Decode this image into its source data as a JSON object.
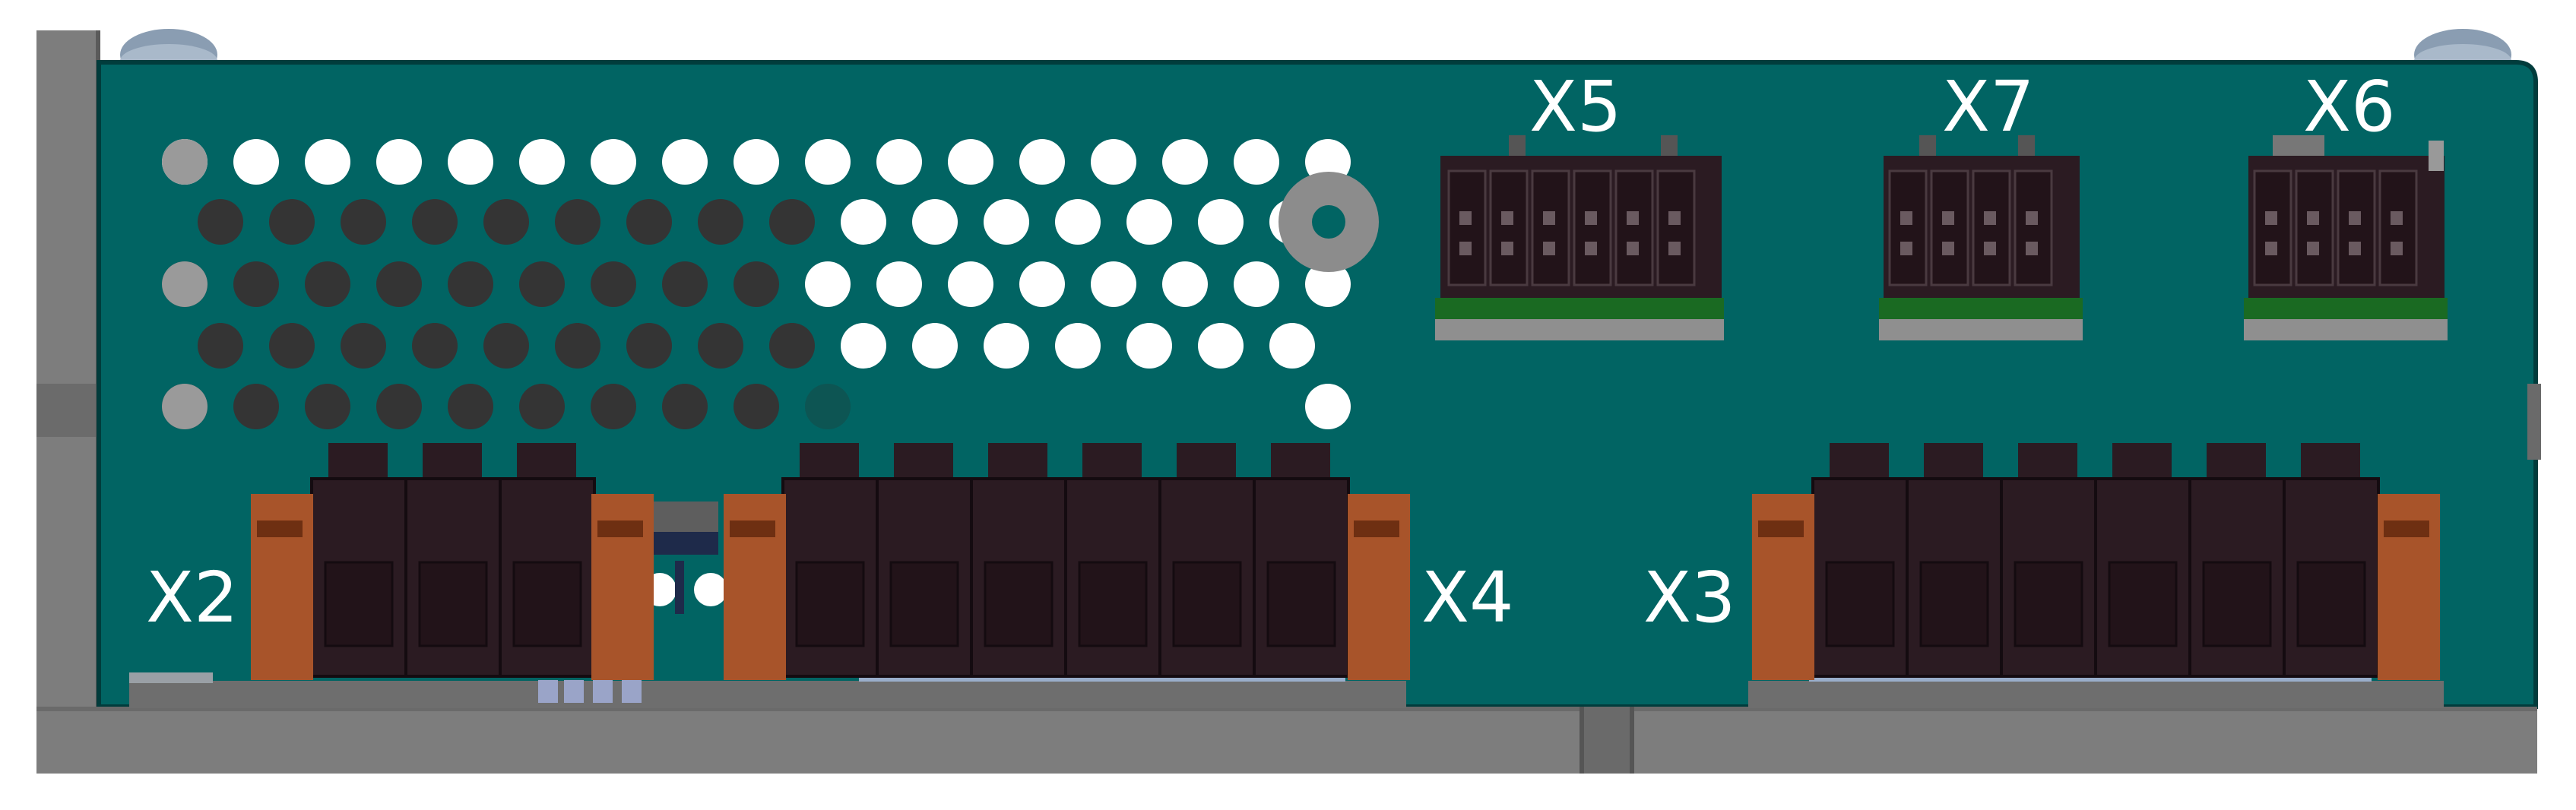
{
  "labels": {
    "x2": "X2",
    "x3": "X3",
    "x4": "X4",
    "x5": "X5",
    "x6": "X6",
    "x7": "X7"
  },
  "colors": {
    "pcb": "#016463",
    "pcb_edge": "#013c3c",
    "chassis": "#7d7d7d",
    "chassis_dark": "#616161",
    "connector_body": "#2b1b22",
    "connector_face": "#221319",
    "copper": "#a8542a",
    "green_strip": "#1a6a22",
    "hole_shadow": "#343434",
    "white": "#ffffff"
  }
}
